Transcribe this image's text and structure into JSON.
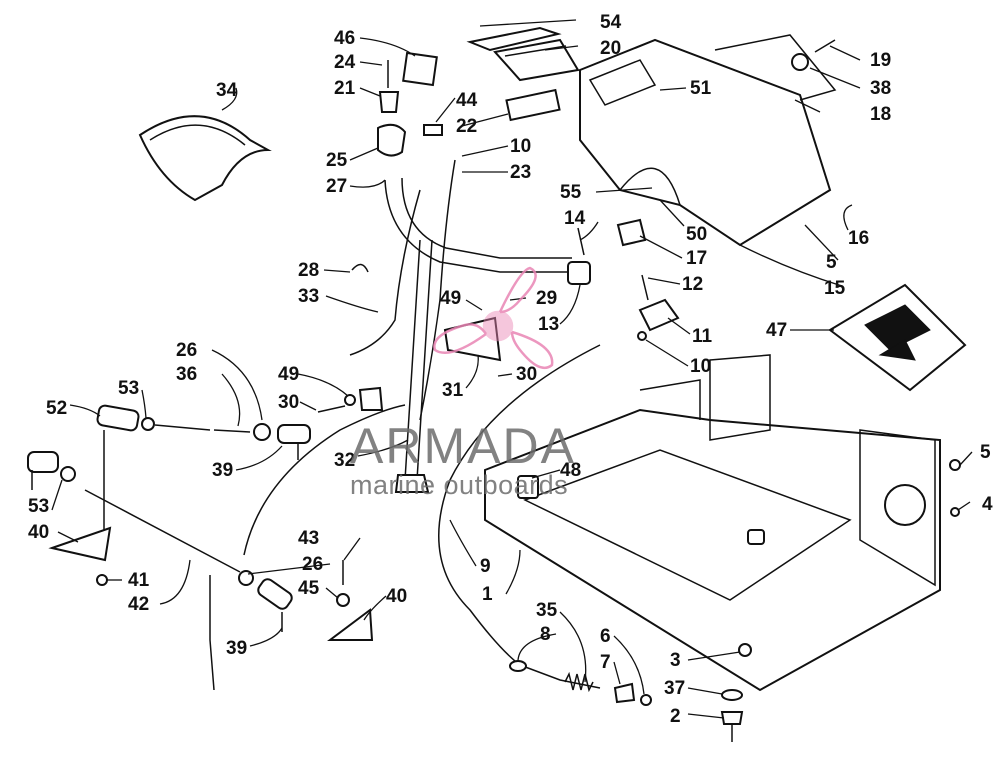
{
  "watermark": {
    "brand": "ARMADA",
    "tagline": "marine outboards",
    "logo_icon": "propeller-logo-icon",
    "accent_color": "#e985b4"
  },
  "labels": [
    "1",
    "2",
    "3",
    "4",
    "5",
    "5",
    "6",
    "7",
    "8",
    "9",
    "10",
    "10",
    "11",
    "12",
    "13",
    "14",
    "15",
    "16",
    "17",
    "18",
    "19",
    "20",
    "21",
    "22",
    "23",
    "24",
    "25",
    "26",
    "26",
    "27",
    "28",
    "29",
    "30",
    "30",
    "31",
    "32",
    "33",
    "34",
    "35",
    "36",
    "37",
    "38",
    "39",
    "39",
    "40",
    "40",
    "41",
    "42",
    "43",
    "44",
    "45",
    "46",
    "47",
    "48",
    "49",
    "49",
    "50",
    "51",
    "52",
    "53",
    "53",
    "54",
    "55"
  ]
}
